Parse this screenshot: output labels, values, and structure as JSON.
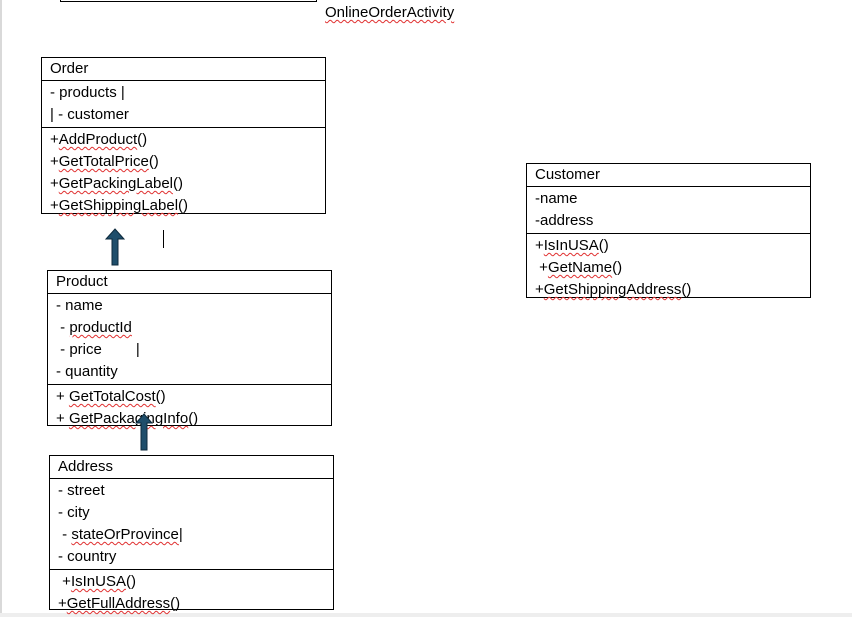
{
  "diagram": {
    "title": "OnlineOrderActivity",
    "classes": {
      "order": {
        "name": "Order",
        "attributes": [
          "- products      |",
          "| - customer"
        ],
        "methods": [
          "+AddProduct()",
          "+GetTotalPrice()",
          "+GetPackingLabel()",
          "+GetShippingLabel()"
        ]
      },
      "product": {
        "name": "Product",
        "attributes": [
          "- name",
          " - productId",
          " - price",
          " - quantity"
        ],
        "methods": [
          "+ GetTotalCost()",
          "+ GetPackagingInfo()"
        ]
      },
      "address": {
        "name": "Address",
        "attributes": [
          "- street",
          " - city",
          " - stateOrProvince|",
          " - country"
        ],
        "methods": [
          " +IsInUSA()",
          "+GetFullAddress()"
        ]
      },
      "customer": {
        "name": "Customer",
        "attributes": [
          "-name",
          "-address"
        ],
        "methods": [
          "+IsInUSA()",
          " +GetName()",
          "+GetShippingAddress()"
        ]
      }
    },
    "colors": {
      "arrow_fill": "#1f4e6b",
      "spellcheck_underline": "#e03030"
    }
  }
}
